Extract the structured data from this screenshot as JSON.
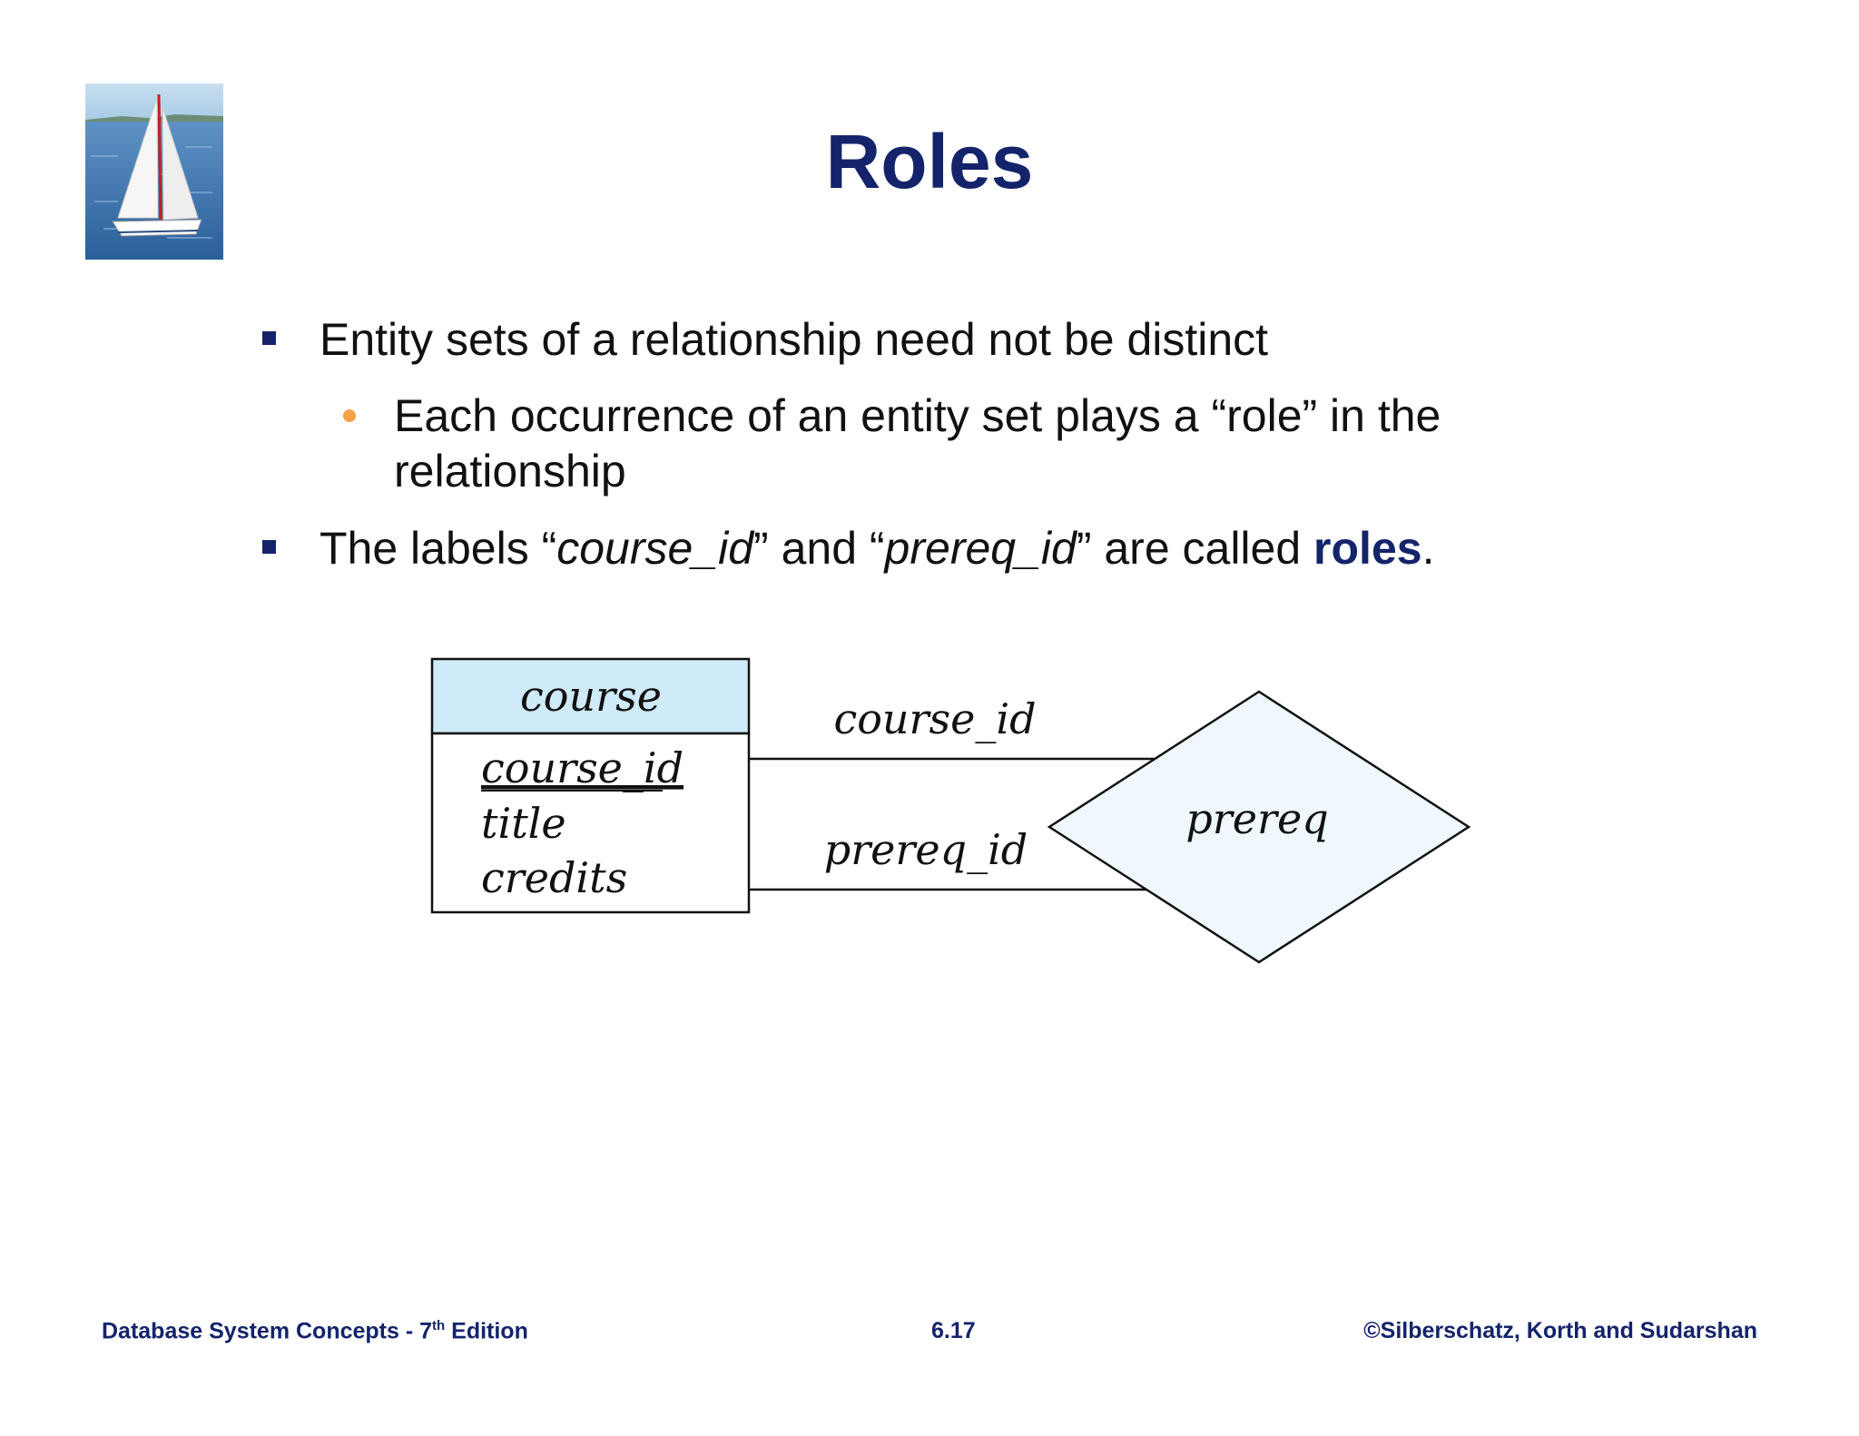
{
  "slide": {
    "title": "Roles",
    "bullets": [
      {
        "text": "Entity sets of a relationship need not be distinct"
      },
      {
        "sub_line1": "Each occurrence of an entity set plays a “role” in the",
        "sub_line2": "relationship"
      },
      {
        "part1": "The labels “",
        "italic1": "course_id",
        "part2": "” and “",
        "italic2": "prereq_id",
        "part3": "” are called ",
        "keyword": "roles",
        "part4": "."
      }
    ]
  },
  "diagram": {
    "entity": {
      "name": "course",
      "attributes": [
        "course_id",
        "title",
        "credits"
      ],
      "primary_key": "course_id"
    },
    "relationship": {
      "name": "prereq"
    },
    "role_labels": [
      "course_id",
      "prereq_id"
    ],
    "colors": {
      "entity_header_fill": "#cfeaf8",
      "relationship_fill": "#eef8fd",
      "stroke": "#111111"
    }
  },
  "footer": {
    "left_main": "Database System Concepts - 7",
    "left_sup": "th",
    "left_end": " Edition",
    "center": "6.17",
    "right": "©Silberschatz, Korth and Sudarshan"
  },
  "colors": {
    "title": "#14246b",
    "square_bullet": "#14246b",
    "round_bullet": "#f4a14a"
  }
}
